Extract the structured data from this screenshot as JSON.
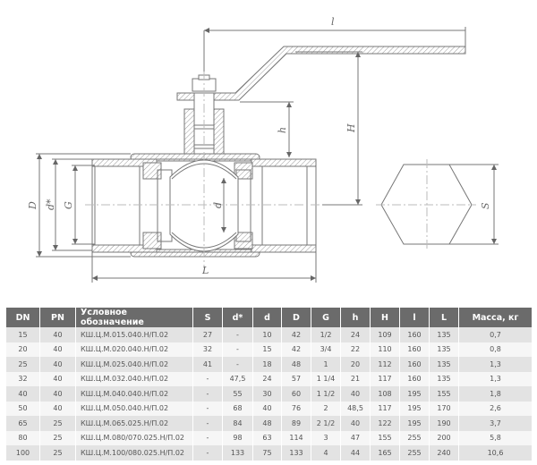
{
  "drawing": {
    "labels": {
      "l_top": "l",
      "H": "H",
      "h": "h",
      "D": "D",
      "d_star": "d*",
      "G": "G",
      "d": "d",
      "L": "L",
      "S": "S"
    }
  },
  "table": {
    "headers": [
      "DN",
      "PN",
      "Условное обозначение",
      "S",
      "d*",
      "d",
      "D",
      "G",
      "h",
      "H",
      "l",
      "L",
      "Масса, кг"
    ],
    "rows": [
      [
        "15",
        "40",
        "КШ.Ц.М.015.040.Н/П.02",
        "27",
        "-",
        "10",
        "42",
        "1/2",
        "24",
        "109",
        "160",
        "135",
        "0,7"
      ],
      [
        "20",
        "40",
        "КШ.Ц.М.020.040.Н/П.02",
        "32",
        "-",
        "15",
        "42",
        "3/4",
        "22",
        "110",
        "160",
        "135",
        "0,8"
      ],
      [
        "25",
        "40",
        "КШ.Ц.М.025.040.Н/П.02",
        "41",
        "-",
        "18",
        "48",
        "1",
        "20",
        "112",
        "160",
        "135",
        "1,3"
      ],
      [
        "32",
        "40",
        "КШ.Ц.М.032.040.Н/П.02",
        "-",
        "47,5",
        "24",
        "57",
        "1 1/4",
        "21",
        "117",
        "160",
        "135",
        "1,3"
      ],
      [
        "40",
        "40",
        "КШ.Ц.М.040.040.Н/П.02",
        "-",
        "55",
        "30",
        "60",
        "1 1/2",
        "40",
        "108",
        "195",
        "155",
        "1,8"
      ],
      [
        "50",
        "40",
        "КШ.Ц.М.050.040.Н/П.02",
        "-",
        "68",
        "40",
        "76",
        "2",
        "48,5",
        "117",
        "195",
        "170",
        "2,6"
      ],
      [
        "65",
        "25",
        "КШ.Ц.М.065.025.Н/П.02",
        "-",
        "84",
        "48",
        "89",
        "2 1/2",
        "40",
        "122",
        "195",
        "190",
        "3,7"
      ],
      [
        "80",
        "25",
        "КШ.Ц.М.080/070.025.Н/П.02",
        "-",
        "98",
        "63",
        "114",
        "3",
        "47",
        "155",
        "255",
        "200",
        "5,8"
      ],
      [
        "100",
        "25",
        "КШ.Ц.М.100/080.025.Н/П.02",
        "-",
        "133",
        "75",
        "133",
        "4",
        "44",
        "165",
        "255",
        "240",
        "10,6"
      ]
    ]
  }
}
